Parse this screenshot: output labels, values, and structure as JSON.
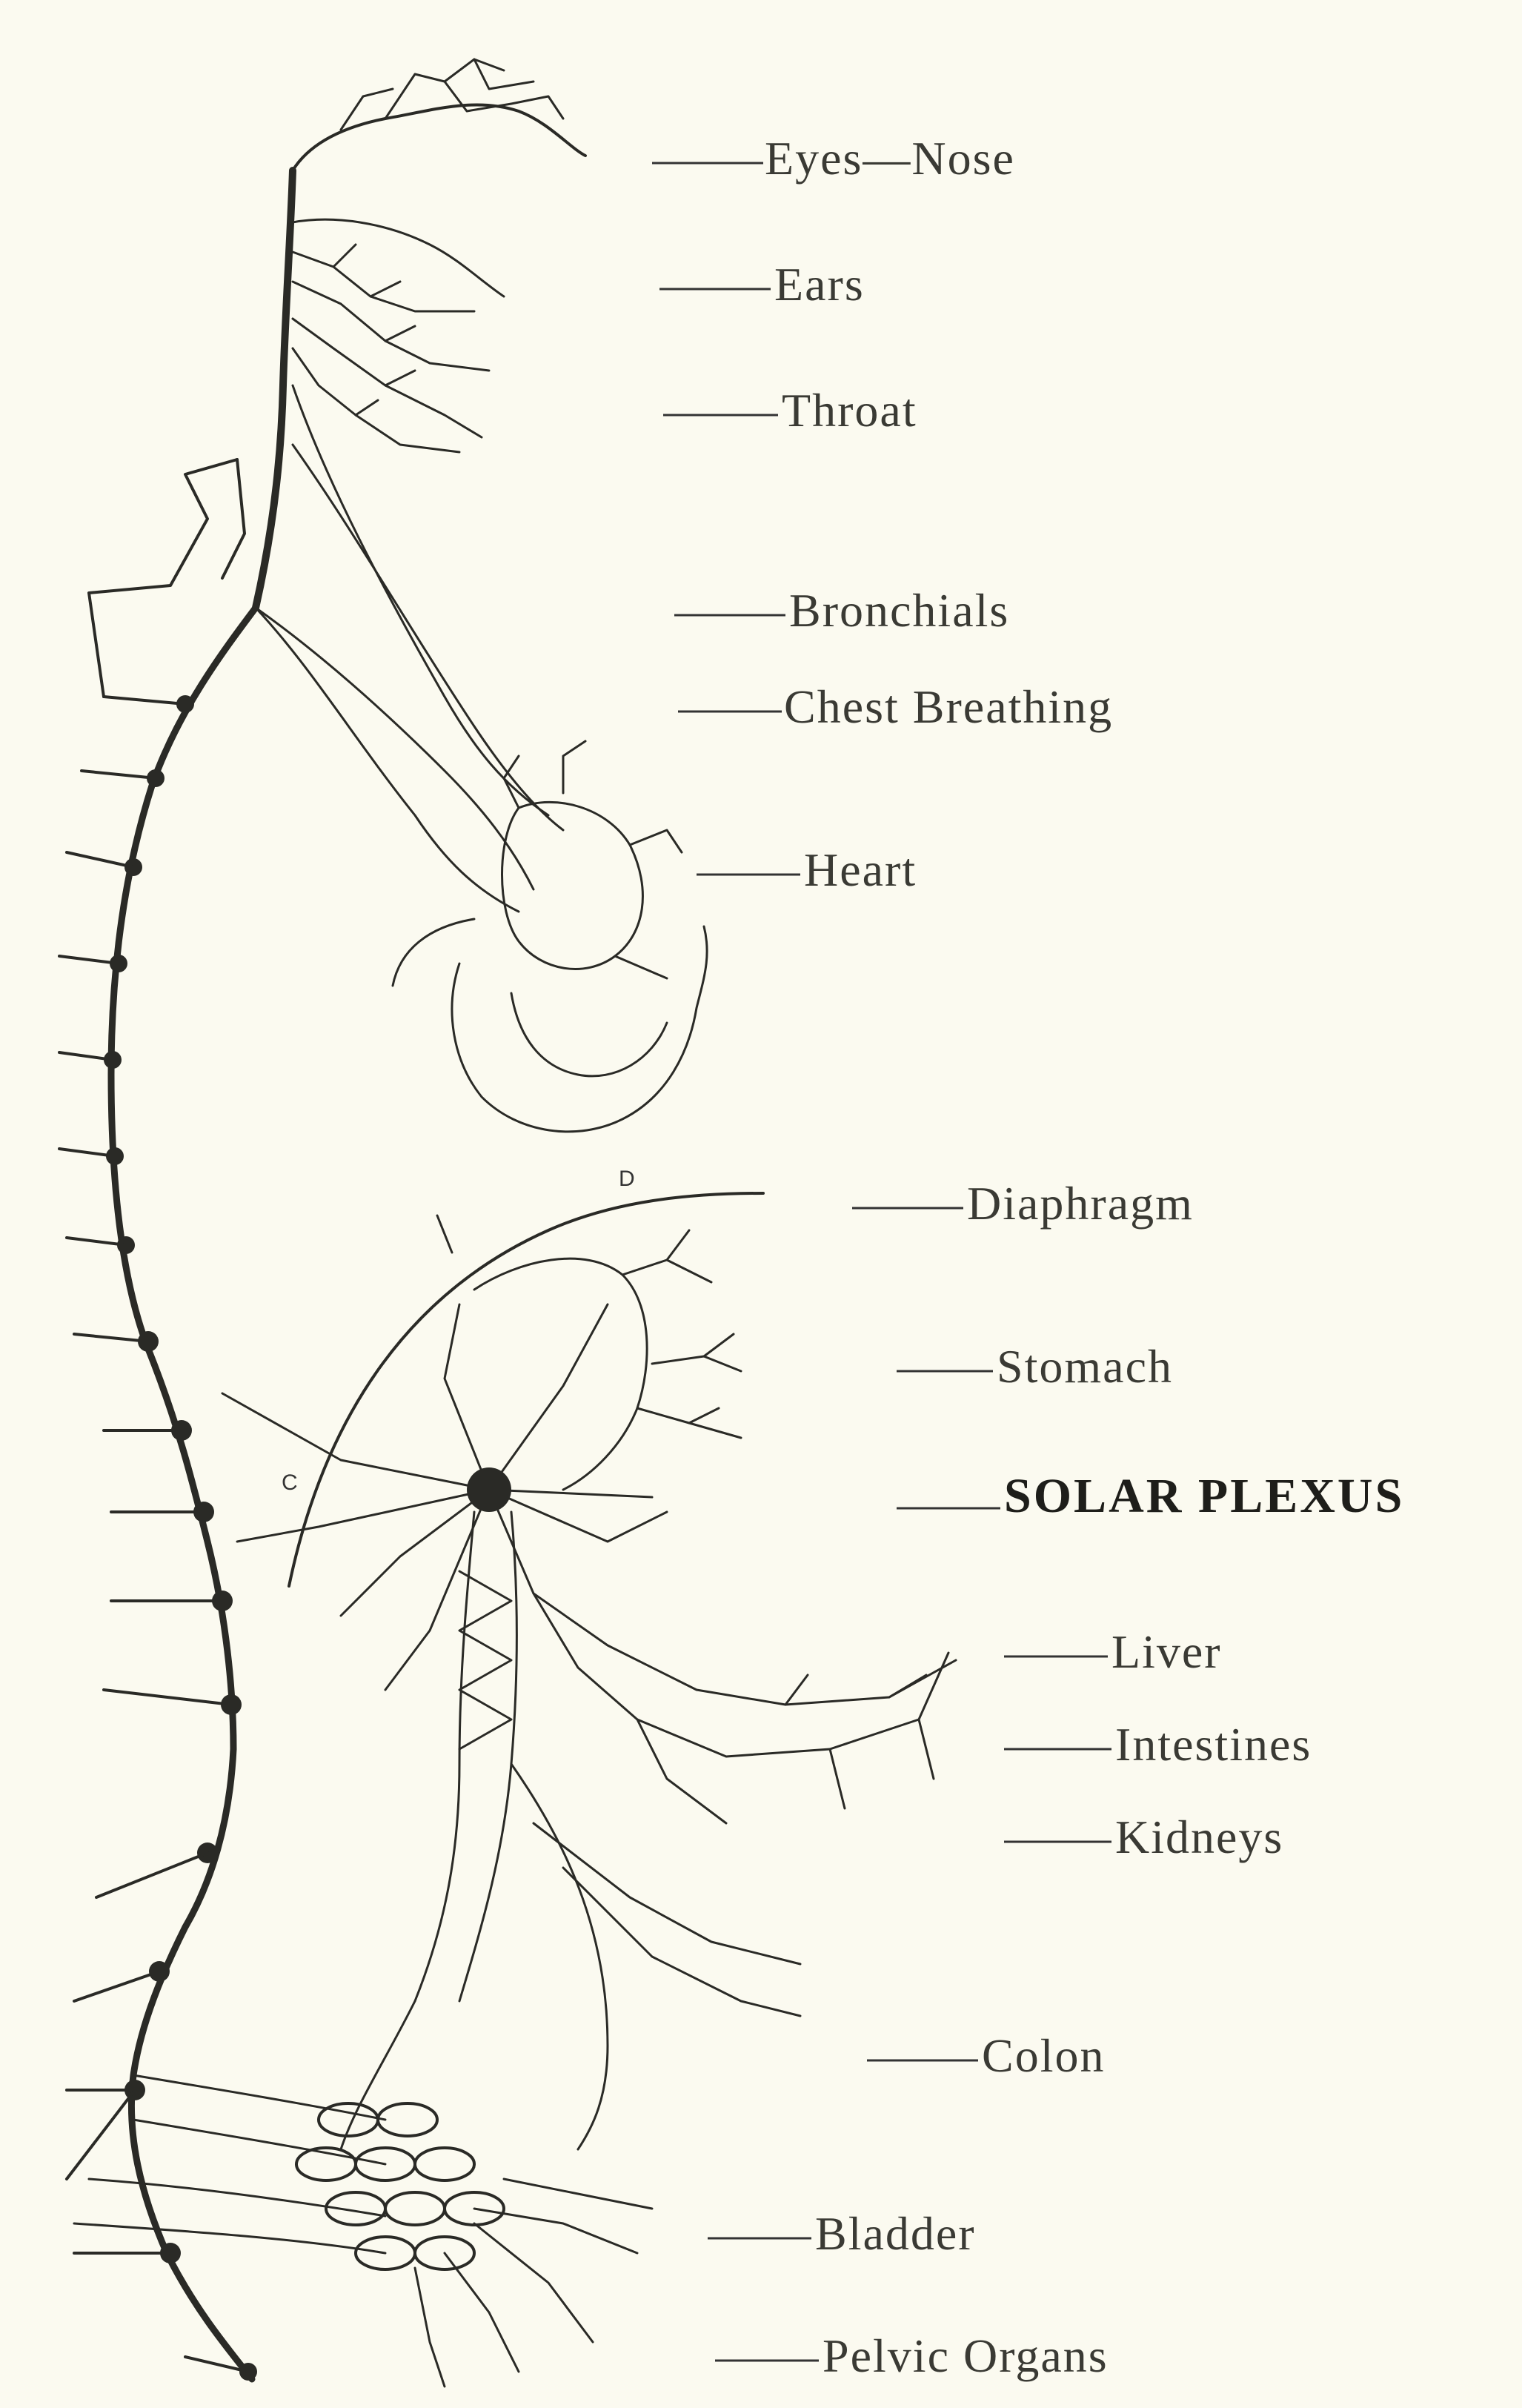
{
  "labels": {
    "eyes_nose": "Eyes—Nose",
    "ears": "Ears",
    "throat": "Throat",
    "bronchials": "Bronchials",
    "chest_breathing": "Chest Breathing",
    "heart": "Heart",
    "diaphragm": "Diaphragm",
    "stomach": "Stomach",
    "solar_plexus": "SOLAR PLEXUS",
    "liver": "Liver",
    "intestines": "Intestines",
    "kidneys": "Kidneys",
    "colon": "Colon",
    "bladder": "Bladder",
    "pelvic_organs": "Pelvic Organs"
  },
  "markers": {
    "d": "D",
    "c": "C"
  }
}
